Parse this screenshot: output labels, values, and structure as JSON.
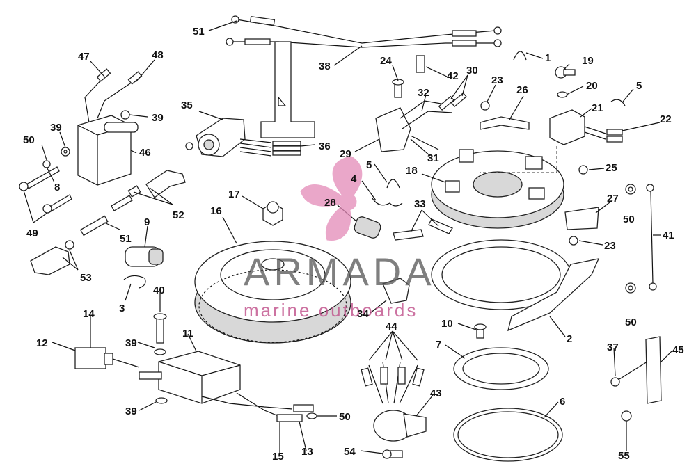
{
  "watermark": {
    "brand": "ARMADA",
    "tagline": "marine outboards",
    "accent_color": "#e48ab8"
  },
  "callouts": [
    {
      "id": "c51a",
      "text": "51"
    },
    {
      "id": "c38",
      "text": "38"
    },
    {
      "id": "c47",
      "text": "47"
    },
    {
      "id": "c48",
      "text": "48"
    },
    {
      "id": "c39a",
      "text": "39"
    },
    {
      "id": "c39b",
      "text": "39"
    },
    {
      "id": "c50a",
      "text": "50"
    },
    {
      "id": "c46",
      "text": "46"
    },
    {
      "id": "c8",
      "text": "8"
    },
    {
      "id": "c49",
      "text": "49"
    },
    {
      "id": "c35",
      "text": "35"
    },
    {
      "id": "c36",
      "text": "36"
    },
    {
      "id": "c52",
      "text": "52"
    },
    {
      "id": "c51b",
      "text": "51"
    },
    {
      "id": "c53",
      "text": "53"
    },
    {
      "id": "c9",
      "text": "9"
    },
    {
      "id": "c3",
      "text": "3"
    },
    {
      "id": "c17",
      "text": "17"
    },
    {
      "id": "c16",
      "text": "16"
    },
    {
      "id": "c24",
      "text": "24"
    },
    {
      "id": "c42",
      "text": "42"
    },
    {
      "id": "c30",
      "text": "30"
    },
    {
      "id": "c32",
      "text": "32"
    },
    {
      "id": "c23a",
      "text": "23"
    },
    {
      "id": "c26",
      "text": "26"
    },
    {
      "id": "c1",
      "text": "1"
    },
    {
      "id": "c19",
      "text": "19"
    },
    {
      "id": "c20",
      "text": "20"
    },
    {
      "id": "c5a",
      "text": "5"
    },
    {
      "id": "c21",
      "text": "21"
    },
    {
      "id": "c22",
      "text": "22"
    },
    {
      "id": "c29",
      "text": "29"
    },
    {
      "id": "c31",
      "text": "31"
    },
    {
      "id": "c5b",
      "text": "5"
    },
    {
      "id": "c18",
      "text": "18"
    },
    {
      "id": "c4",
      "text": "4"
    },
    {
      "id": "c28",
      "text": "28"
    },
    {
      "id": "c33",
      "text": "33"
    },
    {
      "id": "c25",
      "text": "25"
    },
    {
      "id": "c27",
      "text": "27"
    },
    {
      "id": "c23b",
      "text": "23"
    },
    {
      "id": "c50b",
      "text": "50"
    },
    {
      "id": "c41",
      "text": "41"
    },
    {
      "id": "c50c",
      "text": "50"
    },
    {
      "id": "c40",
      "text": "40"
    },
    {
      "id": "c14",
      "text": "14"
    },
    {
      "id": "c12",
      "text": "12"
    },
    {
      "id": "c11",
      "text": "11"
    },
    {
      "id": "c39c",
      "text": "39"
    },
    {
      "id": "c39d",
      "text": "39"
    },
    {
      "id": "c34",
      "text": "34"
    },
    {
      "id": "c44",
      "text": "44"
    },
    {
      "id": "c10",
      "text": "10"
    },
    {
      "id": "c7",
      "text": "7"
    },
    {
      "id": "c2",
      "text": "2"
    },
    {
      "id": "c37",
      "text": "37"
    },
    {
      "id": "c45",
      "text": "45"
    },
    {
      "id": "c50d",
      "text": "50"
    },
    {
      "id": "c15",
      "text": "15"
    },
    {
      "id": "c13",
      "text": "13"
    },
    {
      "id": "c43",
      "text": "43"
    },
    {
      "id": "c6",
      "text": "6"
    },
    {
      "id": "c54",
      "text": "54"
    },
    {
      "id": "c55",
      "text": "55"
    }
  ]
}
